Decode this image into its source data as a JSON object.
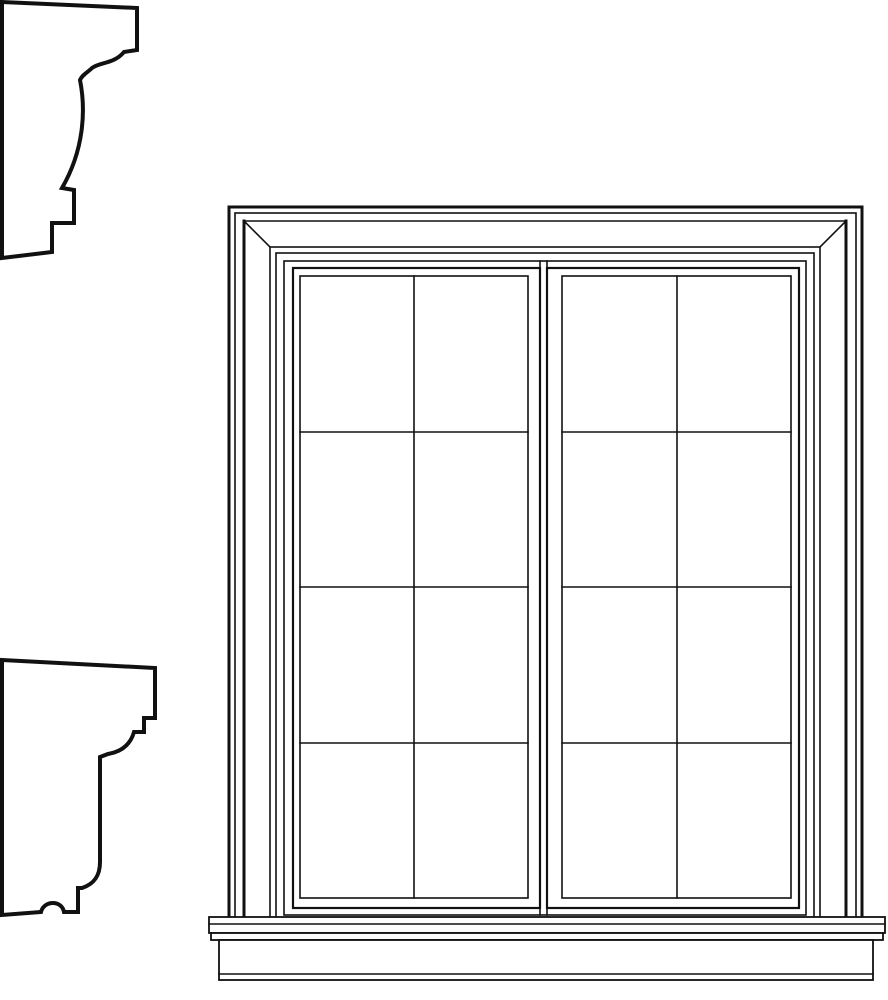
{
  "figure": {
    "colors": {
      "background": "#ffffff",
      "line": "#111111"
    },
    "window": {
      "type": "double-casement",
      "sashes": 2,
      "panes_per_sash": {
        "columns": 2,
        "rows": 4
      }
    },
    "profiles": [
      {
        "name": "head-casing-molding-profile",
        "position": "top-left"
      },
      {
        "name": "sill-molding-profile",
        "position": "bottom-left"
      }
    ]
  }
}
